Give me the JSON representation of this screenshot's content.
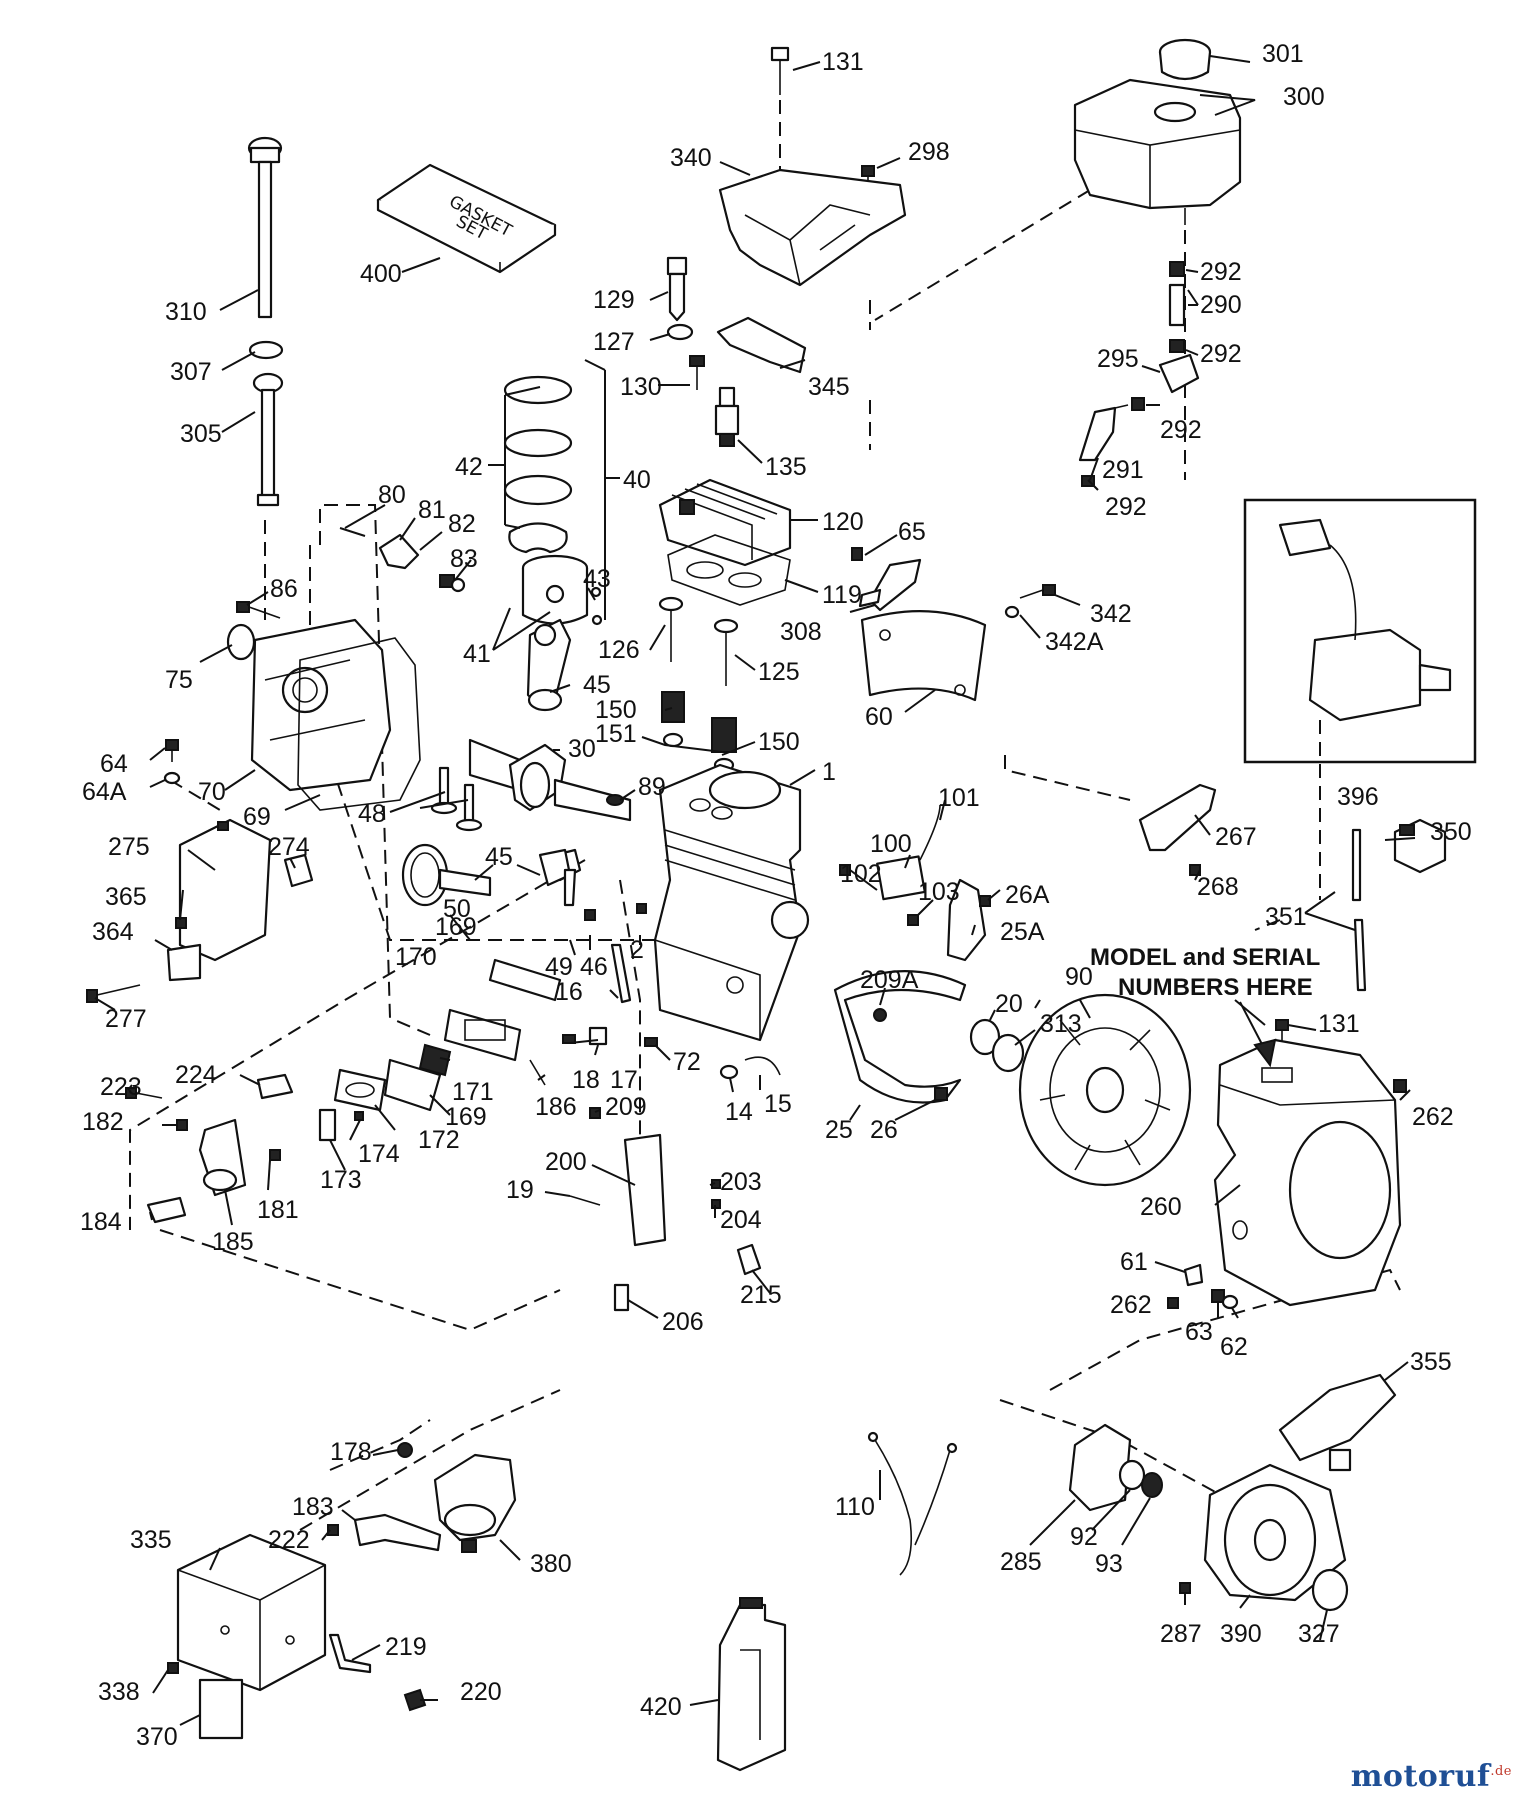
{
  "callouts": [
    {
      "id": "c131a",
      "text": "131"
    },
    {
      "id": "c301",
      "text": "301"
    },
    {
      "id": "c300",
      "text": "300"
    },
    {
      "id": "c298",
      "text": "298"
    },
    {
      "id": "c340",
      "text": "340"
    },
    {
      "id": "c400",
      "text": "400"
    },
    {
      "id": "c310",
      "text": "310"
    },
    {
      "id": "c129",
      "text": "129"
    },
    {
      "id": "c127",
      "text": "127"
    },
    {
      "id": "c292a",
      "text": "292"
    },
    {
      "id": "c290",
      "text": "290"
    },
    {
      "id": "c307",
      "text": "307"
    },
    {
      "id": "c295",
      "text": "295"
    },
    {
      "id": "c292b",
      "text": "292"
    },
    {
      "id": "c130",
      "text": "130"
    },
    {
      "id": "c345",
      "text": "345"
    },
    {
      "id": "c305",
      "text": "305"
    },
    {
      "id": "c292c",
      "text": "292"
    },
    {
      "id": "c42",
      "text": "42"
    },
    {
      "id": "c40",
      "text": "40"
    },
    {
      "id": "c135",
      "text": "135"
    },
    {
      "id": "c291",
      "text": "291"
    },
    {
      "id": "c292d",
      "text": "292"
    },
    {
      "id": "c80",
      "text": "80"
    },
    {
      "id": "c81",
      "text": "81"
    },
    {
      "id": "c82",
      "text": "82"
    },
    {
      "id": "c120",
      "text": "120"
    },
    {
      "id": "c65",
      "text": "65"
    },
    {
      "id": "c83",
      "text": "83"
    },
    {
      "id": "c43",
      "text": "43"
    },
    {
      "id": "c86",
      "text": "86"
    },
    {
      "id": "c119",
      "text": "119"
    },
    {
      "id": "c342",
      "text": "342"
    },
    {
      "id": "c308",
      "text": "308"
    },
    {
      "id": "c41",
      "text": "41"
    },
    {
      "id": "c126",
      "text": "126"
    },
    {
      "id": "c342a",
      "text": "342A"
    },
    {
      "id": "c75",
      "text": "75"
    },
    {
      "id": "c125",
      "text": "125"
    },
    {
      "id": "c45a",
      "text": "45"
    },
    {
      "id": "c150a",
      "text": "150"
    },
    {
      "id": "c60",
      "text": "60"
    },
    {
      "id": "c151",
      "text": "151"
    },
    {
      "id": "c150b",
      "text": "150"
    },
    {
      "id": "c30",
      "text": "30"
    },
    {
      "id": "c64",
      "text": "64"
    },
    {
      "id": "c64a",
      "text": "64A"
    },
    {
      "id": "c70",
      "text": "70"
    },
    {
      "id": "c1",
      "text": "1"
    },
    {
      "id": "c89",
      "text": "89"
    },
    {
      "id": "c396",
      "text": "396"
    },
    {
      "id": "c101",
      "text": "101"
    },
    {
      "id": "c48",
      "text": "48"
    },
    {
      "id": "c69",
      "text": "69"
    },
    {
      "id": "c267",
      "text": "267"
    },
    {
      "id": "c275",
      "text": "275"
    },
    {
      "id": "c274",
      "text": "274"
    },
    {
      "id": "c100",
      "text": "100"
    },
    {
      "id": "c350",
      "text": "350"
    },
    {
      "id": "c102",
      "text": "102"
    },
    {
      "id": "c45b",
      "text": "45"
    },
    {
      "id": "c268",
      "text": "268"
    },
    {
      "id": "c365",
      "text": "365"
    },
    {
      "id": "c103",
      "text": "103"
    },
    {
      "id": "c26a",
      "text": "26A"
    },
    {
      "id": "c50",
      "text": "50"
    },
    {
      "id": "c351",
      "text": "351"
    },
    {
      "id": "c364",
      "text": "364"
    },
    {
      "id": "c25a",
      "text": "25A"
    },
    {
      "id": "c169a",
      "text": "169"
    },
    {
      "id": "c170",
      "text": "170"
    },
    {
      "id": "c49",
      "text": "49"
    },
    {
      "id": "c46",
      "text": "46"
    },
    {
      "id": "c2",
      "text": "2"
    },
    {
      "id": "c209a",
      "text": "209A"
    },
    {
      "id": "c90",
      "text": "90"
    },
    {
      "id": "c16",
      "text": "16"
    },
    {
      "id": "c277",
      "text": "277"
    },
    {
      "id": "c20",
      "text": "20"
    },
    {
      "id": "c313",
      "text": "313"
    },
    {
      "id": "c131b",
      "text": "131"
    },
    {
      "id": "c18",
      "text": "18"
    },
    {
      "id": "c17",
      "text": "17"
    },
    {
      "id": "c72",
      "text": "72"
    },
    {
      "id": "c171",
      "text": "171"
    },
    {
      "id": "c224",
      "text": "224"
    },
    {
      "id": "c223",
      "text": "223"
    },
    {
      "id": "c186",
      "text": "186"
    },
    {
      "id": "c14",
      "text": "14"
    },
    {
      "id": "c15",
      "text": "15"
    },
    {
      "id": "c169b",
      "text": "169"
    },
    {
      "id": "c262a",
      "text": "262"
    },
    {
      "id": "c209",
      "text": "209"
    },
    {
      "id": "c25",
      "text": "25"
    },
    {
      "id": "c26",
      "text": "26"
    },
    {
      "id": "c182",
      "text": "182"
    },
    {
      "id": "c172",
      "text": "172"
    },
    {
      "id": "c174",
      "text": "174"
    },
    {
      "id": "c173",
      "text": "173"
    },
    {
      "id": "c200",
      "text": "200"
    },
    {
      "id": "c203",
      "text": "203"
    },
    {
      "id": "c19",
      "text": "19"
    },
    {
      "id": "c260",
      "text": "260"
    },
    {
      "id": "c181",
      "text": "181"
    },
    {
      "id": "c204",
      "text": "204"
    },
    {
      "id": "c184",
      "text": "184"
    },
    {
      "id": "c185",
      "text": "185"
    },
    {
      "id": "c61",
      "text": "61"
    },
    {
      "id": "c215",
      "text": "215"
    },
    {
      "id": "c262b",
      "text": "262"
    },
    {
      "id": "c63",
      "text": "63"
    },
    {
      "id": "c62",
      "text": "62"
    },
    {
      "id": "c206",
      "text": "206"
    },
    {
      "id": "c355",
      "text": "355"
    },
    {
      "id": "c178",
      "text": "178"
    },
    {
      "id": "c183",
      "text": "183"
    },
    {
      "id": "c110",
      "text": "110"
    },
    {
      "id": "c335",
      "text": "335"
    },
    {
      "id": "c222",
      "text": "222"
    },
    {
      "id": "c380",
      "text": "380"
    },
    {
      "id": "c285",
      "text": "285"
    },
    {
      "id": "c92",
      "text": "92"
    },
    {
      "id": "c93",
      "text": "93"
    },
    {
      "id": "c219",
      "text": "219"
    },
    {
      "id": "c338",
      "text": "338"
    },
    {
      "id": "c220",
      "text": "220"
    },
    {
      "id": "c287",
      "text": "287"
    },
    {
      "id": "c390",
      "text": "390"
    },
    {
      "id": "c327",
      "text": "327"
    },
    {
      "id": "c420",
      "text": "420"
    },
    {
      "id": "c370",
      "text": "370"
    }
  ],
  "notes": {
    "model_serial_line1": "MODEL and SERIAL",
    "model_serial_line2": "NUMBERS HERE",
    "gasket_set_line1": "GASKET",
    "gasket_set_line2": "SET"
  },
  "watermark": {
    "brand": "motoruf",
    "tld": ".de"
  }
}
